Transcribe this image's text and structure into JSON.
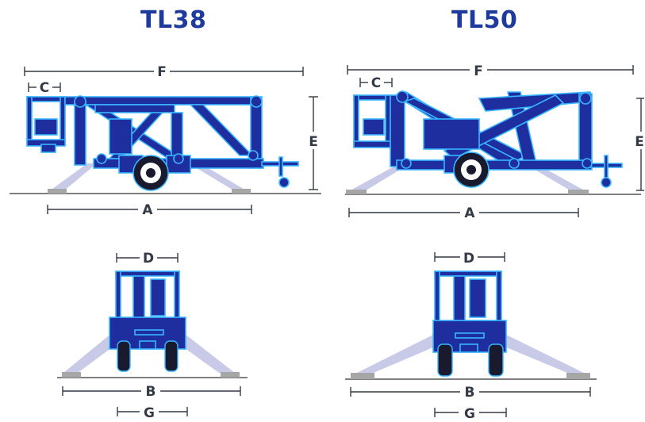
{
  "models": [
    {
      "name": "TL38"
    },
    {
      "name": "TL50"
    }
  ],
  "dimensions": {
    "tl38_side": {
      "F": "F",
      "C": "C",
      "E": "E",
      "A": "A"
    },
    "tl38_rear": {
      "D": "D",
      "B": "B",
      "G": "G"
    },
    "tl50_side": {
      "F": "F",
      "C": "C",
      "E": "E",
      "A": "A"
    },
    "tl50_rear": {
      "D": "D",
      "B": "B",
      "G": "G"
    }
  },
  "colors": {
    "machine_fill": "#1f2e9e",
    "machine_outline": "#38b6ff",
    "outrigger": "#c9c9e8",
    "pad": "#a6a6a6",
    "ground": "#555555",
    "dimension_line": "#333a45",
    "title": "#1e3a9c"
  },
  "icons": [
    "tl38-side-view-drawing",
    "tl38-rear-view-drawing",
    "tl50-side-view-drawing",
    "tl50-rear-view-drawing"
  ]
}
